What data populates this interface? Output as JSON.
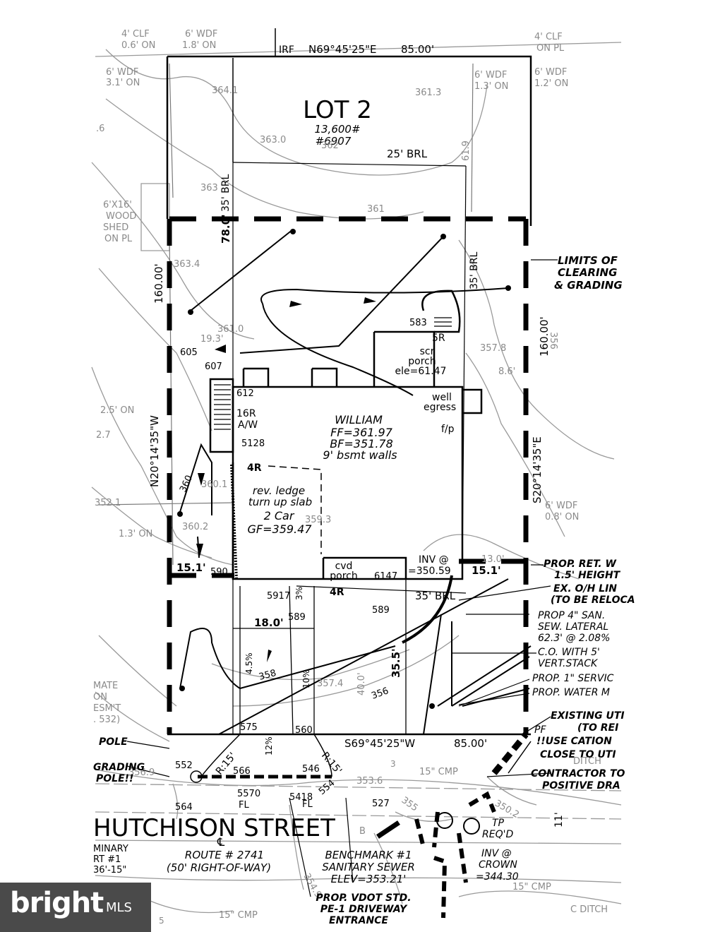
{
  "lot": {
    "title": "LOT 2",
    "area": "13,600#",
    "number": "#6907"
  },
  "house": {
    "model": "WILLIAM",
    "ff": "FF=361.97",
    "bf": "BF=351.78",
    "walls": "9' bsmt walls",
    "garage": "2 Car",
    "gf": "GF=359.47",
    "ledge1": "rev. ledge",
    "ledge2": "turn up slab",
    "fp": "f/p",
    "well1": "well",
    "well2": "egress",
    "stair": "16R",
    "aw": "A/W",
    "step4r_top": "4R",
    "step4r_bottom": "4R",
    "step5r": "5R",
    "spot583": "583",
    "scr1": "scr",
    "scr2": "porch",
    "scr3": "ele=61.47",
    "cvd1": "cvd",
    "cvd2": "porch",
    "inv1": "INV @",
    "inv2": "=350.59"
  },
  "bounds": {
    "north": "N69°45'25\"E",
    "north_dist": "85.00'",
    "south": "S69°45'25\"W",
    "south_dist": "85.00'",
    "west": "N20°14'35\"W",
    "west_dist": "160.00'",
    "east": "S20°14'35\"E",
    "east_dist": "160.00'",
    "irf": "IRF"
  },
  "setbacks": {
    "rear": "25' BRL",
    "side_left": "35' BRL",
    "side_right": "35' BRL",
    "front": "35' BRL",
    "d78": "78.0'",
    "d151l": "15.1'",
    "d151r": "15.1'",
    "d18": "18.0'",
    "d355": "35.5'",
    "d193": "19.3'",
    "d86": "8.6'",
    "d130": "13.0'",
    "d400": "40.0'"
  },
  "fences": {
    "tl1": "4' CLF",
    "tl2": "0.6' ON",
    "tm1": "6' WDF",
    "tm2": "1.8' ON",
    "tr1": "4' CLF",
    "tr2": "ON PL",
    "lw1": "6' WDF",
    "lw2": "3.1' ON",
    "rw1": "6' WDF",
    "rw2": "1.3' ON",
    "rw3": "6' WDF",
    "rw4": "1.2' ON",
    "e1": "6' WDF",
    "e2": "0.8' ON",
    "w1": "2.5' ON",
    "w2": "1.3' ON"
  },
  "shed": {
    "l1": "6'X16'",
    "l2": "WOOD",
    "l3": "SHED",
    "l4": "ON PL"
  },
  "spots": {
    "s605": "605",
    "s607": "607",
    "s612": "612",
    "s5128": "5128",
    "s590": "590",
    "s5917": "5917",
    "s589a": "589",
    "s589b": "589",
    "s6147": "6147",
    "s575": "575",
    "s560": "560",
    "s552": "552",
    "s566": "566",
    "s5570": "5570",
    "s5418": "5418",
    "s546": "546",
    "s564": "564",
    "s554": "554",
    "s527": "527",
    "fl1": "FL",
    "fl2": "FL",
    "p3a": "3%",
    "p12": "12%",
    "p45": "4.5%",
    "p10": "10%",
    "r15a": "R:15'",
    "r15b": "R:15'"
  },
  "contours": {
    "c3641": "364.1",
    "c3613": "361.3",
    "c3630": "363.0",
    "c363": "363",
    "c361": "361",
    "c3634": "363.4",
    "c3610": "361.0",
    "c3578": "357.8",
    "c360": "360",
    "c3601": "360.1",
    "c3602": "360.2",
    "c3593": "359.3",
    "c356": "356",
    "c358": "358",
    "c3574": "357.4",
    "c3560": "356",
    "c619": "61.9",
    "c362": "362",
    "c3520": "352.1",
    "c3536": "353.6",
    "c3552": "355",
    "c3550": "350.2",
    "c3550b": "354.9",
    "c16": ".6",
    "c27": "2.7",
    "c3569": "356.9"
  },
  "callouts": {
    "lim1": "LIMITS OF",
    "lim2": "CLEARING",
    "lim3": "& GRADING",
    "ret1": "PROP. RET. W",
    "ret2": "1.5' HEIGHT",
    "oh1": "EX. O/H LIN",
    "oh2": "(TO BE RELOCA",
    "san1": "PROP 4\" SAN.",
    "san2": "SEW. LATERAL",
    "san3": "62.3' @ 2.08%",
    "co1": "C.O. WITH 5'",
    "co2": "VERT.STACK",
    "svc": "PROP. 1\" SERVIC",
    "wm": "PROP. WATER M",
    "ut1": "EXISTING UTI",
    "ut2": "(TO REI",
    "ut3": "!!USE CATION",
    "ut4": "CLOSE TO UTI",
    "pf": "PF",
    "con1": "CONTRACTOR TO",
    "con2": "POSITIVE DRA",
    "pole1": "POLE",
    "pole2": "GRADING",
    "pole3": "POLE!!",
    "tp1": "TP",
    "tp2": "REQ'D",
    "invc1": "INV @",
    "invc2": "CROWN",
    "invc3": "=344.30",
    "bm1": "BENCHMARK #1",
    "bm2": "SANITARY SEWER",
    "bm3": "ELEV=353.21'",
    "vd1": "PROP. VDOT STD.",
    "vd2": "PE-1 DRIVEWAY",
    "vd3": "ENTRANCE",
    "ditch": "DITCH",
    "ditch2": "C DITCH",
    "cmp1": "15\" CMP",
    "cmp2": "15\" CMP",
    "cmp3": "15\" CMP",
    "road11": "11'",
    "ex3": "3",
    "exb": "B",
    "ex5": "5",
    "mate1": "MATE",
    "mate2": "ON",
    "mate3": "ESM'T",
    "mate4": ". 532)",
    "prelim1": "MINARY",
    "prelim2": "RT #1",
    "prelim3": "36'-15\""
  },
  "street": {
    "name": "HUTCHISON STREET",
    "cl": "℄",
    "route": "ROUTE # 2741",
    "row": "(50' RIGHT-OF-WAY)"
  },
  "brand": {
    "logo": "bright",
    "logo2": "MLS"
  }
}
